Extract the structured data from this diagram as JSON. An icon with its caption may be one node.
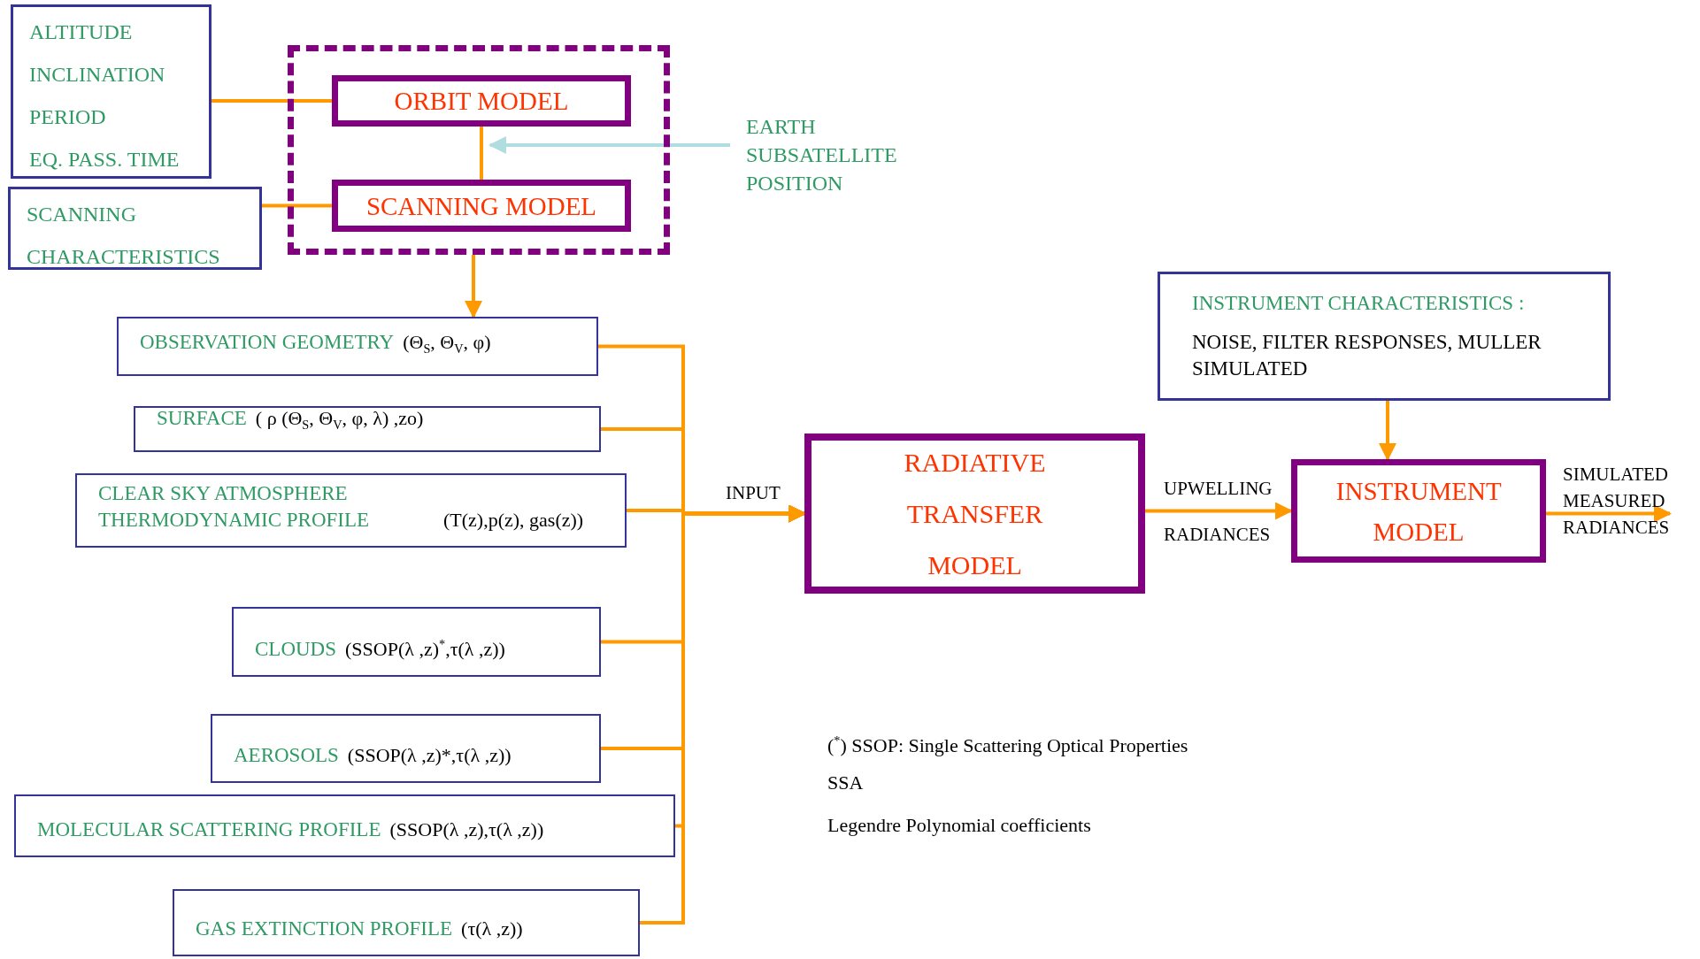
{
  "diagram": {
    "nodes": [
      {
        "text": [
          "ALTITUDE",
          "INCLINATION",
          "PERIOD",
          "EQ. PASS. TIME"
        ]
      },
      {
        "text": [],
        "shape": "box"
      },
      {
        "text": [
          "ORBIT MODEL"
        ],
        "in": 1
      },
      {
        "text": [
          "SCANNING MODEL"
        ],
        "in": 1
      },
      {
        "text": [
          "SCANNING CHARACTERISTICS"
        ]
      },
      {
        "text": [
          "EARTH SUBSATELLITE POSITION"
        ]
      },
      {
        "text": [
          "OBSERVATION GEOMETRY",
          "(Θ$_{S}$, Θ$_{V}$, φ)"
        ]
      },
      {
        "text": [
          "SURFACE",
          "( ρ (Θ$_{S}$, Θ$_{V}$, φ, λ) ,zo)"
        ]
      },
      {
        "text": [
          "CLEAR SKY ATMOSPHERE THERMODYNAMIC PROFILE",
          "(T(z),p(z), gas(z))"
        ]
      },
      {
        "text": [
          "CLOUDS",
          "(SSOP(λ ,z)$^{*}$,τ(λ ,z))"
        ]
      },
      {
        "text": [
          "AEROSOLS",
          "(SSOP(λ ,z)*,τ(λ ,z))"
        ]
      },
      {
        "text": [
          "MOLECULAR SCATTERING PROFILE",
          "(SSOP(λ ,z),τ(λ ,z))"
        ]
      },
      {
        "text": [
          "GAS EXTINCTION PROFILE",
          "(τ(λ ,z))"
        ]
      },
      {
        "text": [
          "RADIATIVE TRANSFER MODEL"
        ]
      },
      {
        "text": [
          "INSTRUMENT CHARACTERISTICS :",
          "NOISE, FILTER RESPONSES, MULLER SIMULATED"
        ]
      },
      {
        "text": [
          "INSTRUMENT MODEL"
        ]
      }
    ],
    "edges": [
      {
        "from": 0,
        "to": 2,
        "arrow": "none"
      },
      {
        "from": 2,
        "to": 3,
        "arrow": "none"
      },
      {
        "from": 4,
        "to": 3,
        "arrow": "none"
      },
      {
        "from": 5,
        "to": 2,
        "arrow": "to",
        "color": "#b0dde0"
      },
      {
        "from": 1,
        "to": 6,
        "arrow": "to"
      },
      {
        "from": 6,
        "to": 13,
        "arrow": "to"
      },
      {
        "from": 7,
        "to": 13,
        "arrow": "to"
      },
      {
        "from": 8,
        "to": 13,
        "arrow": "to",
        "label": "INPUT"
      },
      {
        "from": 9,
        "to": 13,
        "arrow": "to"
      },
      {
        "from": 10,
        "to": 13,
        "arrow": "to"
      },
      {
        "from": 11,
        "to": 13,
        "arrow": "to"
      },
      {
        "from": 12,
        "to": 13,
        "arrow": "to"
      },
      {
        "from": 13,
        "to": 15,
        "arrow": "to",
        "label": "UPWELLING RADIANCES"
      },
      {
        "from": 14,
        "to": 15,
        "arrow": "to"
      },
      {
        "from": 15,
        "to": null,
        "arrow": "to",
        "label": "SIMULATED MEASURED RADIANCES"
      }
    ],
    "labels": [
      "($^{*}$) SSOP: Single Scattering Optical Properties",
      "SSA",
      "Legendre Polynomial coefficients"
    ]
  }
}
